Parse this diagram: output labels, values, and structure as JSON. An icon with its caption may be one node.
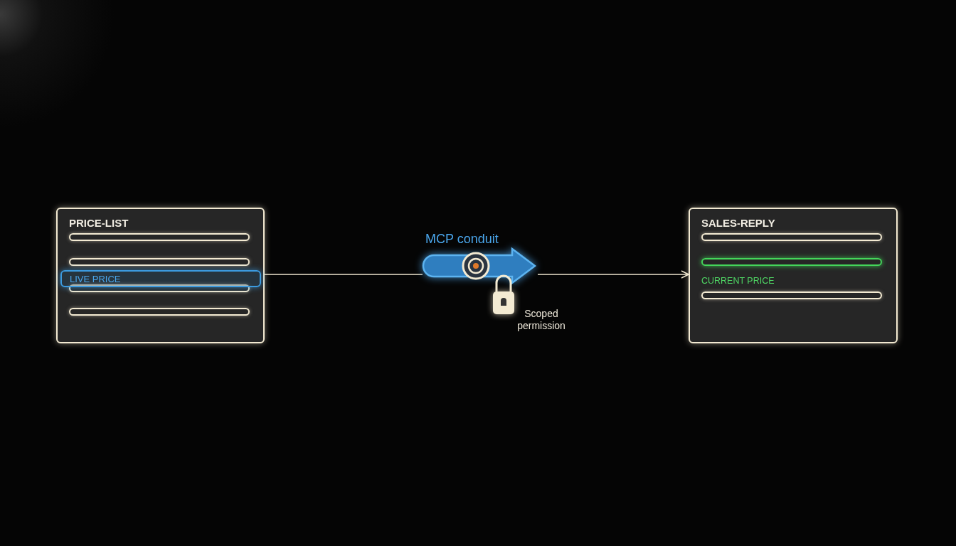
{
  "diagram": {
    "nodes": [
      {
        "text": [
          "PRICE-LIST"
        ]
      },
      {
        "text": [
          "LIVE PRICE"
        ],
        "in": 0
      },
      {
        "text": [
          "MCP conduit"
        ],
        "beside": [
          "Scoped permission"
        ]
      },
      {
        "text": [
          "SALES-REPLY",
          "CURRENT PRICE"
        ]
      }
    ],
    "edges": [
      {
        "from": 0,
        "to": 2,
        "arrow": "none"
      },
      {
        "from": 2,
        "to": 3,
        "arrow": "to"
      }
    ]
  }
}
